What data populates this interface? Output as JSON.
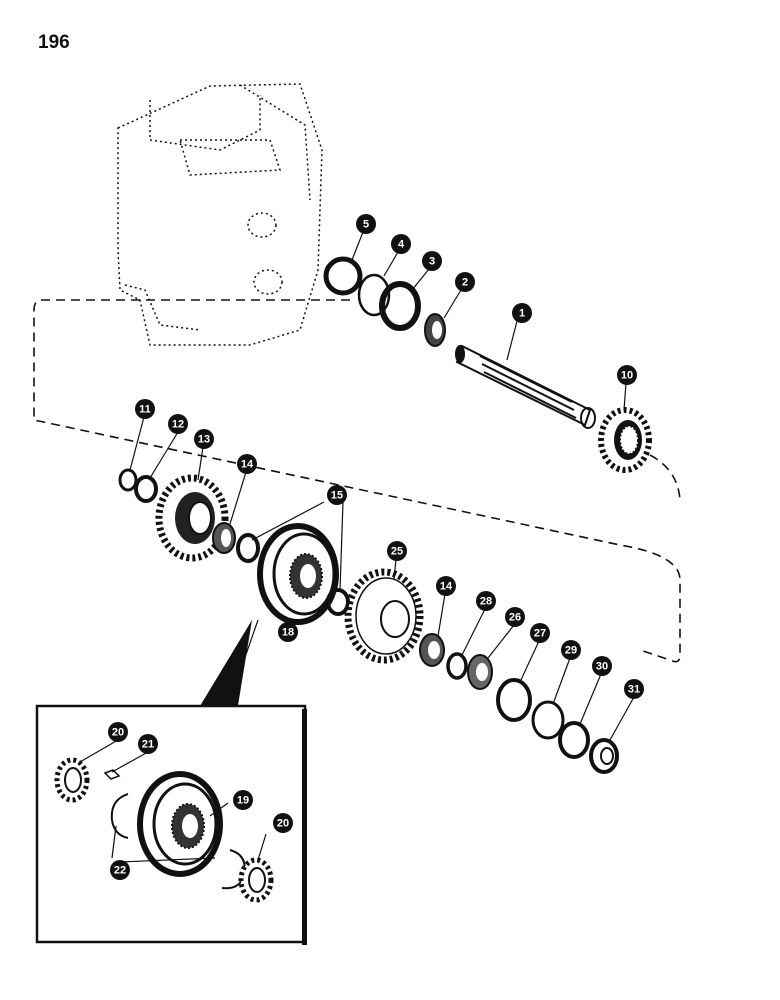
{
  "page": {
    "number": "196"
  },
  "callouts": [
    {
      "id": "c1",
      "label": "1"
    },
    {
      "id": "c2",
      "label": "2"
    },
    {
      "id": "c3",
      "label": "3"
    },
    {
      "id": "c4",
      "label": "4"
    },
    {
      "id": "c5",
      "label": "5"
    },
    {
      "id": "c10",
      "label": "10"
    },
    {
      "id": "c11",
      "label": "11"
    },
    {
      "id": "c12",
      "label": "12"
    },
    {
      "id": "c13",
      "label": "13"
    },
    {
      "id": "c14a",
      "label": "14"
    },
    {
      "id": "c15",
      "label": "15"
    },
    {
      "id": "c18",
      "label": "18"
    },
    {
      "id": "c25",
      "label": "25"
    },
    {
      "id": "c14b",
      "label": "14"
    },
    {
      "id": "c28",
      "label": "28"
    },
    {
      "id": "c26",
      "label": "26"
    },
    {
      "id": "c27",
      "label": "27"
    },
    {
      "id": "c29",
      "label": "29"
    },
    {
      "id": "c30",
      "label": "30"
    },
    {
      "id": "c31",
      "label": "31"
    },
    {
      "id": "c20a",
      "label": "20"
    },
    {
      "id": "c21",
      "label": "21"
    },
    {
      "id": "c19",
      "label": "19"
    },
    {
      "id": "c20b",
      "label": "20"
    },
    {
      "id": "c22",
      "label": "22"
    }
  ]
}
